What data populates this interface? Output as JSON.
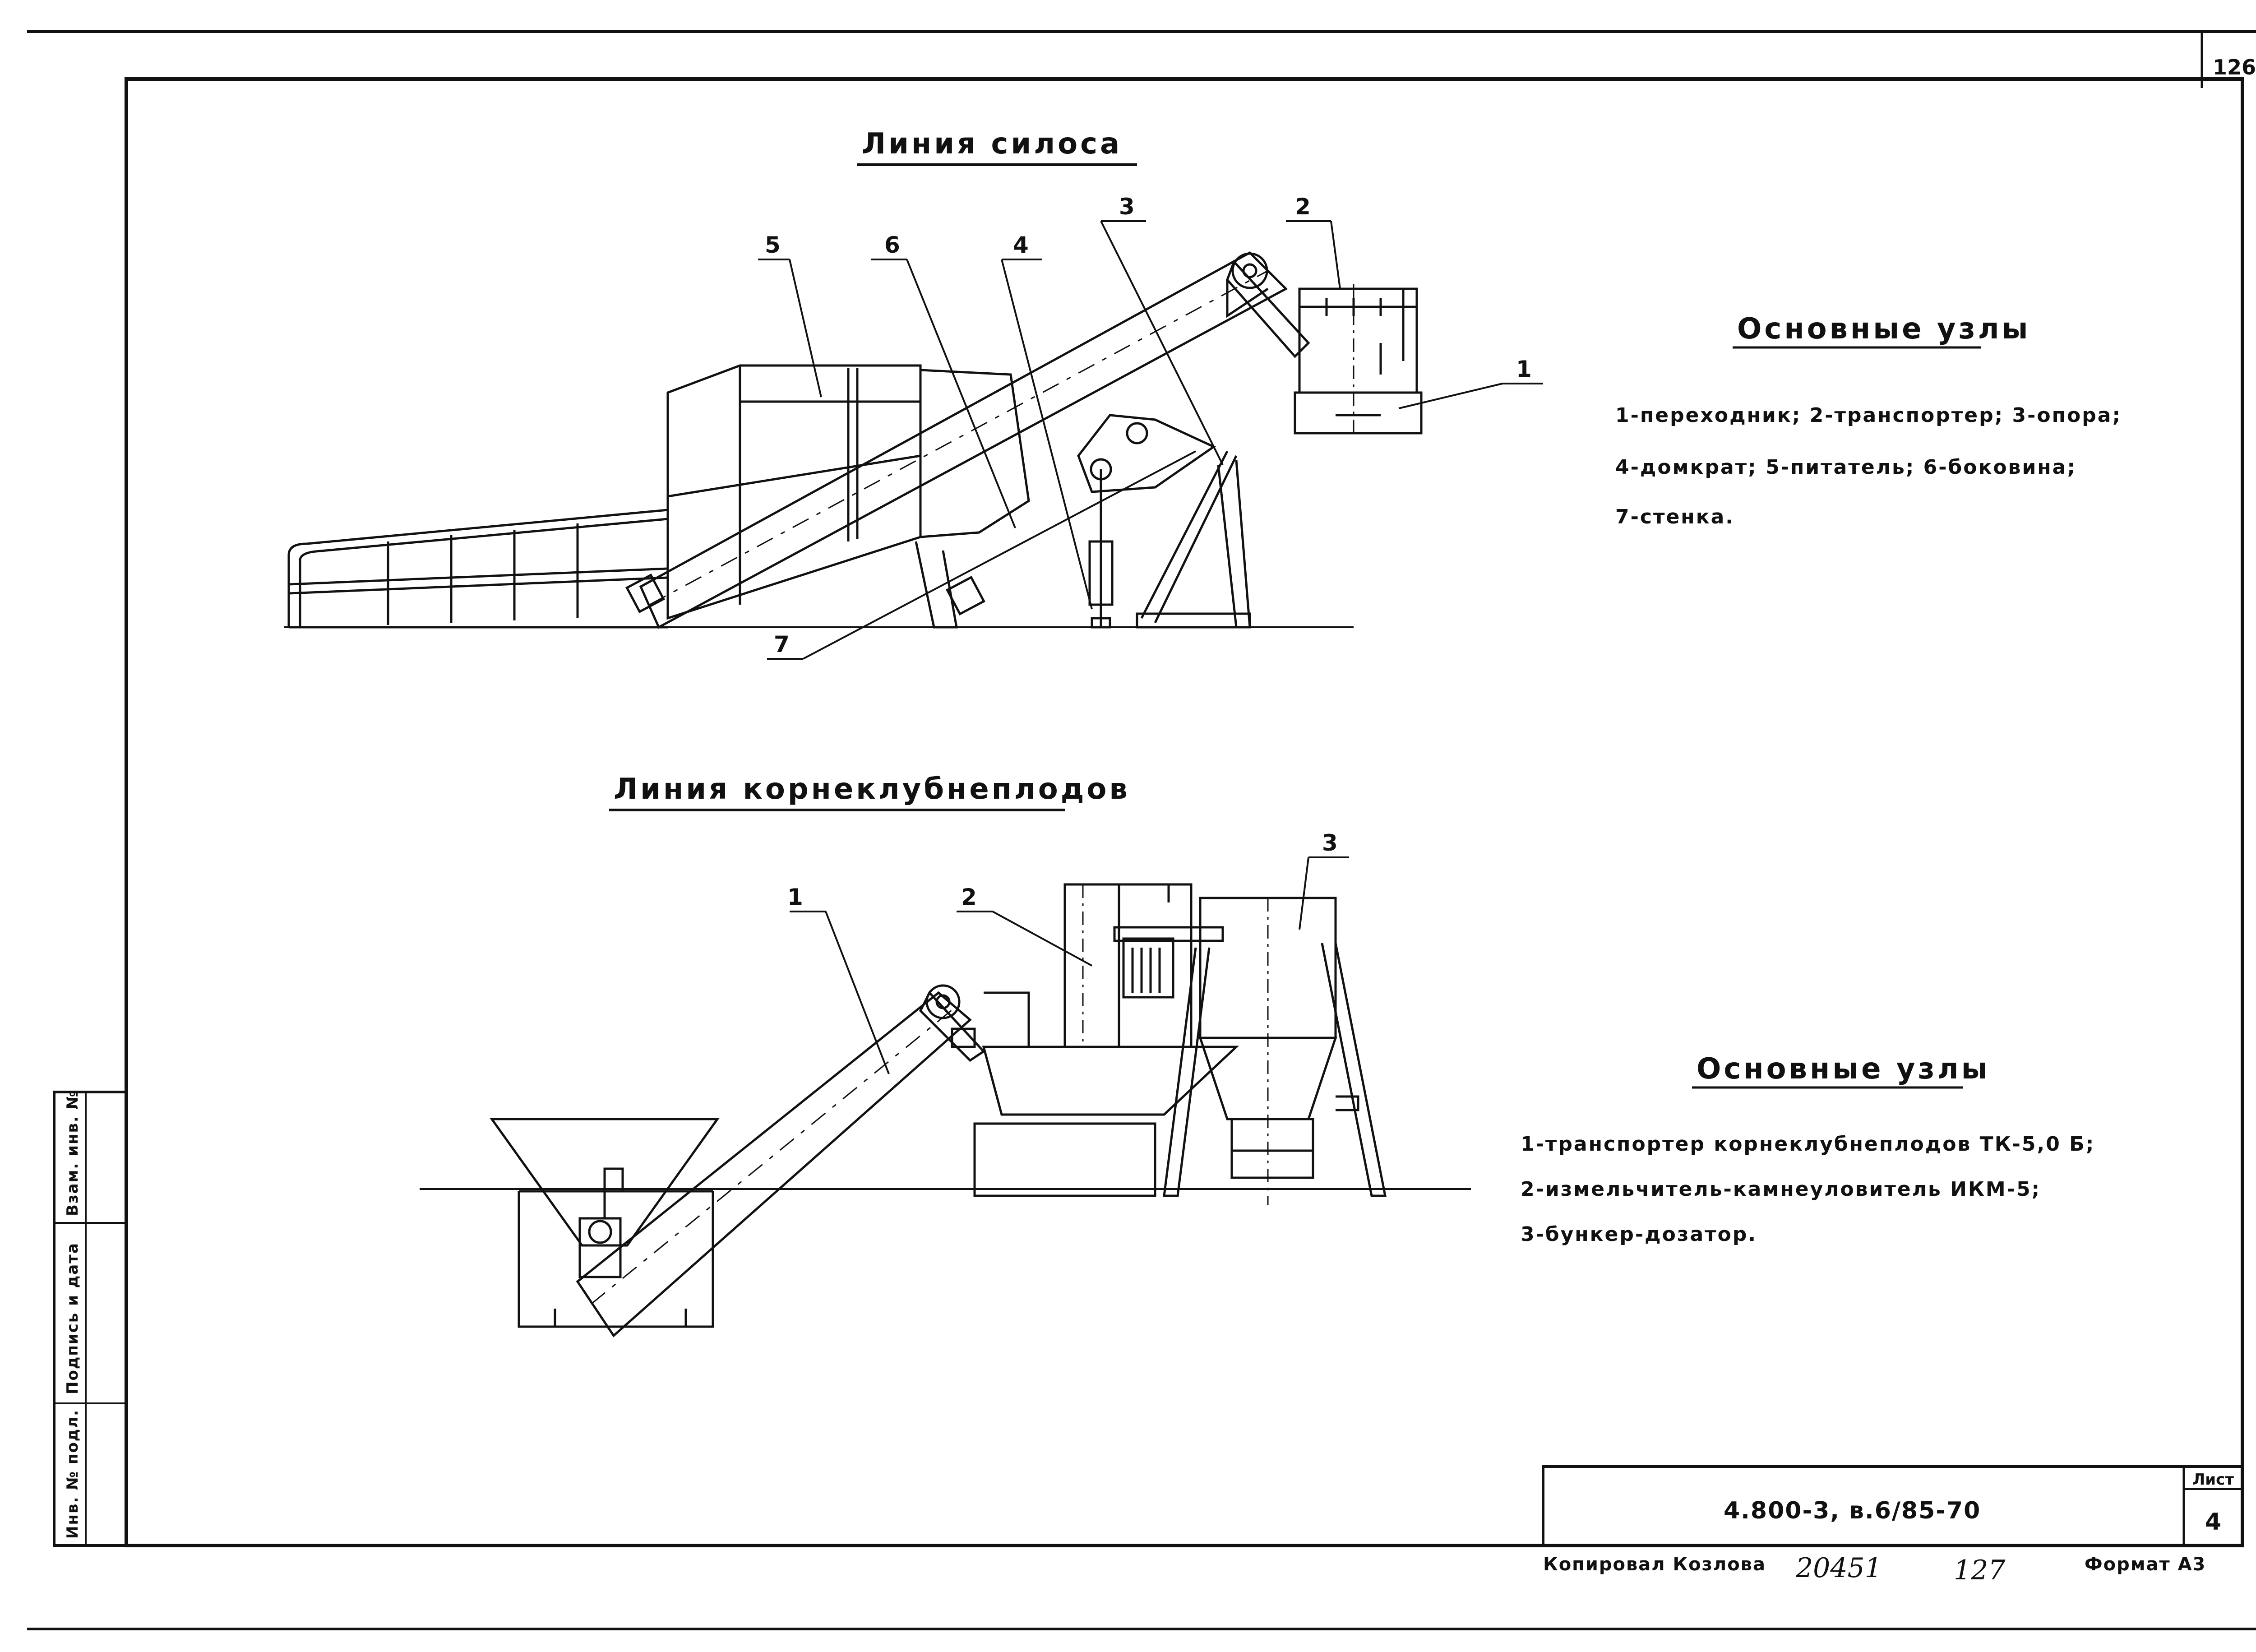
{
  "page_number": "126",
  "silage": {
    "title": "Линия силоса",
    "callouts": [
      "5",
      "6",
      "4",
      "3",
      "2",
      "1",
      "7"
    ],
    "legend_title": "Основные узлы",
    "legend_lines": [
      "1-переходник; 2-транспортер; 3-опора;",
      "4-домкрат; 5-питатель; 6-боковина;",
      "7-стенка."
    ]
  },
  "roots": {
    "title": "Линия корнеклубнеплодов",
    "callouts": [
      "1",
      "2",
      "3"
    ],
    "legend_title": "Основные узлы",
    "legend_lines": [
      "1-транспортер корнеклубнеплодов ТК-5,0 Б;",
      "2-измельчитель-камнеуловитель ИКМ-5;",
      "3-бункер-дозатор."
    ]
  },
  "side_stamp": [
    "Инв. № подл.",
    "Подпись и дата",
    "Взам. инв. №"
  ],
  "title_block": {
    "code": "4.800-3, в.6/85-70",
    "sheet_label": "Лист",
    "sheet_number": "4",
    "copied_by": "Копировал Козлова",
    "handwritten_1": "20451",
    "handwritten_2": "127",
    "format": "Формат А3"
  },
  "colors": {
    "ink": "#111111",
    "paper": "#ffffff"
  }
}
